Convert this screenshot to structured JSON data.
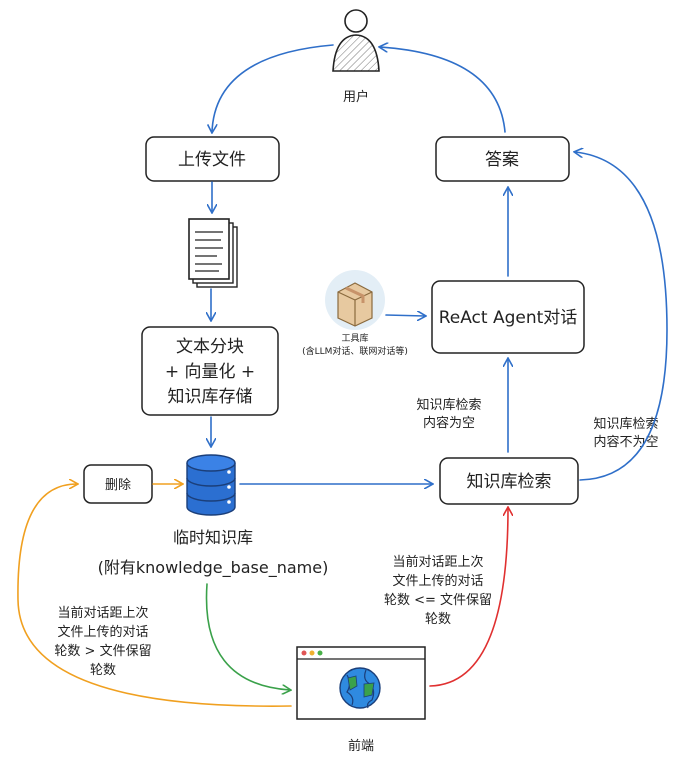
{
  "nodes": {
    "user": "用户",
    "upload": "上传文件",
    "answer": "答案",
    "process": [
      "文本分块",
      "+ 向量化 +",
      "知识库存储"
    ],
    "tools_title": "工具库",
    "tools_sub": "(含LLM对话、联网对话等)",
    "react": "ReAct Agent对话",
    "kb_search": "知识库检索",
    "delete": "删除",
    "temp_kb_title": "临时知识库",
    "temp_kb_sub": "(附有knowledge_base_name)",
    "frontend": "前端"
  },
  "edge_labels": {
    "empty": [
      "知识库检索",
      "内容为空"
    ],
    "not_empty": [
      "知识库检索",
      "内容不为空"
    ],
    "within_rounds": [
      "当前对话距上次",
      "文件上传的对话",
      "轮数 <= 文件保留",
      "轮数"
    ],
    "over_rounds": [
      "当前对话距上次",
      "文件上传的对话",
      "轮数 > 文件保留",
      "轮数"
    ]
  },
  "colors": {
    "blue": "#2f6fc9",
    "orange": "#f0a020",
    "green": "#3aa14a",
    "red": "#e03030",
    "db": "#2b6fd1"
  }
}
